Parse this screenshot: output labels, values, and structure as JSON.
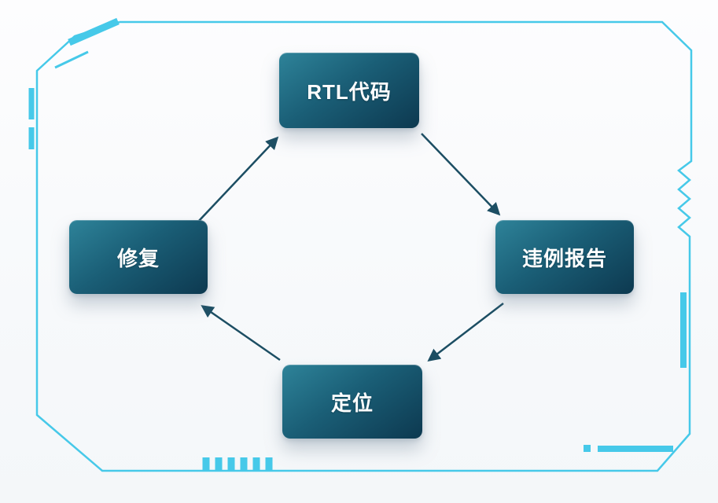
{
  "diagram": {
    "type": "cycle-flow",
    "nodes": [
      {
        "id": "rtl-code",
        "label": "RTL代码"
      },
      {
        "id": "violation-report",
        "label": "违例报告"
      },
      {
        "id": "locate",
        "label": "定位"
      },
      {
        "id": "fix",
        "label": "修复"
      }
    ],
    "edges": [
      {
        "from": "rtl-code",
        "to": "violation-report"
      },
      {
        "from": "violation-report",
        "to": "locate"
      },
      {
        "from": "locate",
        "to": "fix"
      },
      {
        "from": "fix",
        "to": "rtl-code"
      }
    ],
    "colors": {
      "node_gradient_start": "#2e8399",
      "node_gradient_end": "#0d3950",
      "node_text": "#ffffff",
      "arrow": "#1c4e63",
      "frame_accent": "#46c9e9",
      "background": "#f7f9fb"
    }
  }
}
